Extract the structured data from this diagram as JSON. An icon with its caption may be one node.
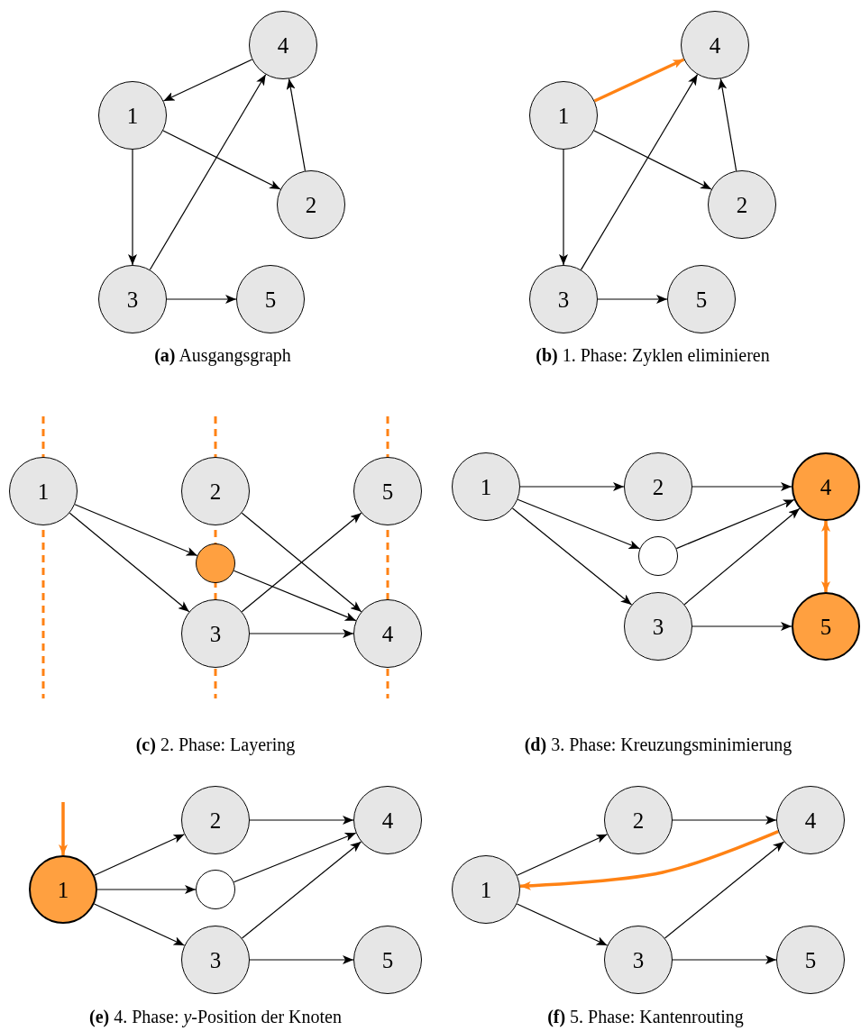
{
  "diagram": {
    "nodes": [
      {
        "text": [
          "4"
        ]
      },
      {
        "text": [
          "1"
        ]
      },
      {
        "text": [
          "2"
        ]
      },
      {
        "text": [
          "3"
        ]
      },
      {
        "text": [
          "5"
        ]
      },
      {
        "text": [
          "4"
        ]
      },
      {
        "text": [
          "1"
        ]
      },
      {
        "text": [
          "2"
        ]
      },
      {
        "text": [
          "3"
        ]
      },
      {
        "text": [
          "5"
        ]
      },
      {
        "text": [
          "1"
        ]
      },
      {
        "text": [
          "2"
        ]
      },
      {
        "text": [
          "5"
        ]
      },
      {
        "text": [],
        "shape": "circle"
      },
      {
        "text": [
          "3"
        ]
      },
      {
        "text": [
          "4"
        ]
      },
      {
        "text": [
          "1"
        ]
      },
      {
        "text": [
          "2"
        ]
      },
      {
        "text": [
          "4"
        ]
      },
      {
        "text": [],
        "shape": "circle"
      },
      {
        "text": [
          "3"
        ]
      },
      {
        "text": [
          "5"
        ]
      },
      {
        "text": [
          "1"
        ]
      },
      {
        "text": [
          "2"
        ]
      },
      {
        "text": [
          "4"
        ]
      },
      {
        "text": [],
        "shape": "circle"
      },
      {
        "text": [
          "3"
        ]
      },
      {
        "text": [
          "5"
        ]
      },
      {
        "text": [
          "2"
        ]
      },
      {
        "text": [
          "4"
        ]
      },
      {
        "text": [
          "1"
        ]
      },
      {
        "text": [
          "3"
        ]
      },
      {
        "text": [
          "5"
        ]
      }
    ],
    "edges": [
      {
        "from": 0,
        "to": 1,
        "arrow": "to"
      },
      {
        "from": 1,
        "to": 2,
        "arrow": "to"
      },
      {
        "from": 1,
        "to": 3,
        "arrow": "to"
      },
      {
        "from": 3,
        "to": 0,
        "arrow": "to"
      },
      {
        "from": 2,
        "to": 0,
        "arrow": "to"
      },
      {
        "from": 3,
        "to": 4,
        "arrow": "to"
      },
      {
        "from": 6,
        "to": 5,
        "arrow": "to",
        "style": "thick",
        "color": "#ff8214"
      },
      {
        "from": 6,
        "to": 7,
        "arrow": "to"
      },
      {
        "from": 6,
        "to": 8,
        "arrow": "to"
      },
      {
        "from": 8,
        "to": 5,
        "arrow": "to"
      },
      {
        "from": 7,
        "to": 5,
        "arrow": "to"
      },
      {
        "from": 8,
        "to": 9,
        "arrow": "to"
      },
      {
        "from": 10,
        "to": 13,
        "arrow": "to"
      },
      {
        "from": 10,
        "to": 14,
        "arrow": "to"
      },
      {
        "from": 13,
        "to": 15,
        "arrow": "to"
      },
      {
        "from": 11,
        "to": 15,
        "arrow": "to"
      },
      {
        "from": 14,
        "to": 12,
        "arrow": "to"
      },
      {
        "from": 14,
        "to": 15,
        "arrow": "to"
      },
      {
        "from": 16,
        "to": 17,
        "arrow": "to"
      },
      {
        "from": 16,
        "to": 19,
        "arrow": "to"
      },
      {
        "from": 16,
        "to": 20,
        "arrow": "to"
      },
      {
        "from": 17,
        "to": 18,
        "arrow": "to"
      },
      {
        "from": 19,
        "to": 18,
        "arrow": "to"
      },
      {
        "from": 20,
        "to": 18,
        "arrow": "to"
      },
      {
        "from": 20,
        "to": 21,
        "arrow": "to"
      },
      {
        "from": 18,
        "to": 21,
        "arrow": "both",
        "style": "thick",
        "color": "#ff8214"
      },
      {
        "from": null,
        "to": 22,
        "arrow": "to",
        "style": "thick",
        "color": "#ff8214"
      },
      {
        "from": 22,
        "to": 23,
        "arrow": "to"
      },
      {
        "from": 22,
        "to": 25,
        "arrow": "to"
      },
      {
        "from": 22,
        "to": 26,
        "arrow": "to"
      },
      {
        "from": 23,
        "to": 24,
        "arrow": "to"
      },
      {
        "from": 25,
        "to": 24,
        "arrow": "to"
      },
      {
        "from": 26,
        "to": 24,
        "arrow": "to"
      },
      {
        "from": 26,
        "to": 27,
        "arrow": "to"
      },
      {
        "from": 30,
        "to": 28,
        "arrow": "to"
      },
      {
        "from": 30,
        "to": 31,
        "arrow": "to"
      },
      {
        "from": 31,
        "to": 29,
        "arrow": "to"
      },
      {
        "from": 28,
        "to": 29,
        "arrow": "to"
      },
      {
        "from": 31,
        "to": 32,
        "arrow": "to"
      },
      {
        "from": 29,
        "to": 30,
        "arrow": "to",
        "style": "thick",
        "color": "#ff8214"
      }
    ],
    "labels": [
      "**(a)** Ausgangsgraph",
      "**(b)** 1. Phase: Zyklen eliminieren",
      "**(c)** 2. Phase: Layering",
      "**(d)** 3. Phase: Kreuzungsminimierung",
      "**(e)** 4. Phase: *y*-Position der Knoten",
      "**(f)** 5. Phase: Kantenrouting"
    ]
  }
}
